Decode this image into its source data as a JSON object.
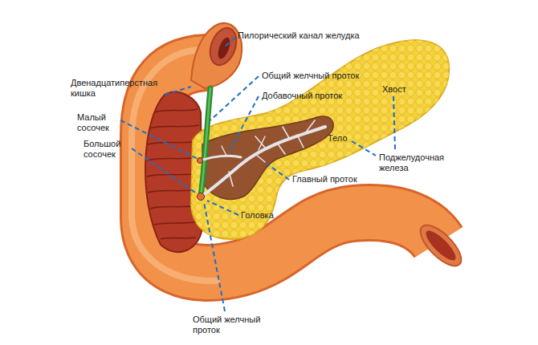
{
  "diagram": {
    "labels": [
      "Пилорический канал желудка",
      "Двенадцатиперстная кишка",
      "Общий желчный проток",
      "Добавочный проток",
      "Хвост",
      "Малый сосочек",
      "Большой сосочек",
      "Тело",
      "Поджелудочная железа",
      "Главный проток",
      "Головка",
      "Общий желчный проток"
    ]
  }
}
